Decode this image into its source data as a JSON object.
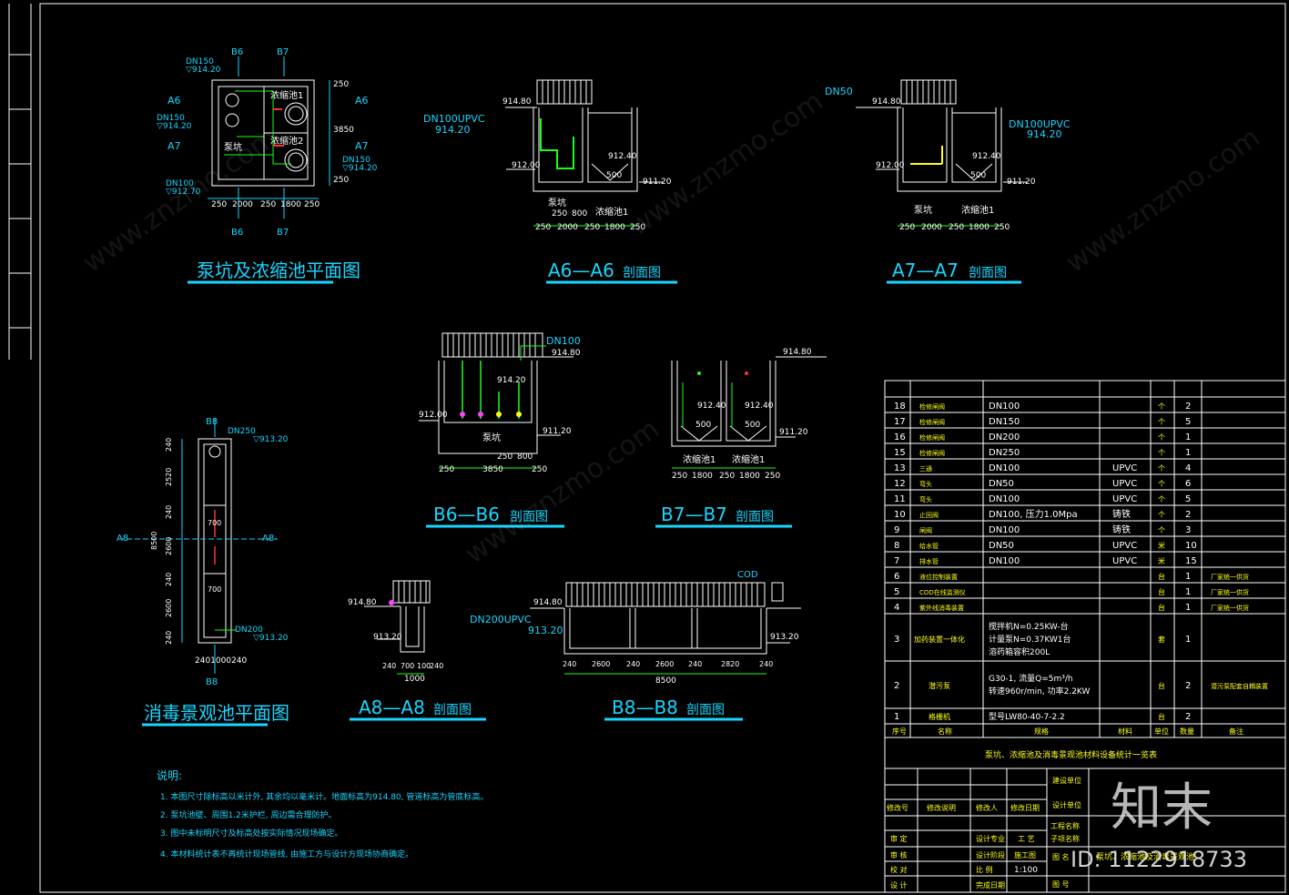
{
  "drawings": {
    "plan_title": "泵坑及浓缩池平面图",
    "a6_title": "A6—A6",
    "a7_title": "A7—A7",
    "b6_title": "B6—B6",
    "b7_title": "B7—B7",
    "a8_title": "A8—A8",
    "b8_title": "B8—B8",
    "section_suffix": "剖面图",
    "disinfect_title": "消毒景观池平面图"
  },
  "plan": {
    "dn150_top": "DN150",
    "dn150_top_elev": "▽914.20",
    "dn150_left": "DN150",
    "dn150_left_elev": "▽914.20",
    "dn150_right": "DN150",
    "dn150_right_elev": "▽914.20",
    "dn100": "DN100",
    "dn100_elev": "▽912.70",
    "a6": "A6",
    "a7": "A7",
    "b6": "B6",
    "b7": "B7",
    "tank1": "浓缩池1",
    "tank2": "浓缩池2",
    "pump": "泵坑",
    "dim_bottom": [
      "250",
      "2000",
      "250",
      "1800",
      "250"
    ],
    "dim_right": [
      "250",
      "3850",
      "250"
    ]
  },
  "a6": {
    "elev_top": "914.80",
    "pipe": "DN100UPVC",
    "pipe_elev": "914.20",
    "elev_912_00": "912.00",
    "elev_912_40": "912.40",
    "elev_911_20": "911.20",
    "dim_500": "500",
    "pump": "泵坑",
    "tank": "浓缩池1",
    "dim_inner": [
      "250",
      "800"
    ],
    "dim_outer": [
      "250",
      "2000",
      "250",
      "1800",
      "250"
    ]
  },
  "a7": {
    "pipe_top": "DN50",
    "elev_top": "914.80",
    "pipe": "DN100UPVC",
    "pipe_elev": "914.20",
    "elev_912_00": "912.00",
    "elev_912_40": "912.40",
    "elev_911_20": "911.20",
    "dim_500": "500",
    "pump": "泵坑",
    "tank": "浓缩池1",
    "dim_outer": [
      "250",
      "2000",
      "250",
      "1800",
      "250"
    ]
  },
  "b6": {
    "pipe": "DN100",
    "elev_top": "914.80",
    "elev_914_20": "914.20",
    "elev_912_00": "912.00",
    "elev_911_20": "911.20",
    "pump": "泵坑",
    "dim_inner": [
      "250",
      "800"
    ],
    "dim_outer": [
      "250",
      "3850",
      "250"
    ]
  },
  "b7": {
    "elev_top": "914.80",
    "elev_912_40a": "912.40",
    "elev_912_40b": "912.40",
    "dim_500a": "500",
    "dim_500b": "500",
    "elev_911_20": "911.20",
    "tank1": "浓缩池1",
    "tank2": "浓缩池1",
    "dim_outer": [
      "250",
      "1800",
      "250",
      "1800",
      "250"
    ]
  },
  "disinfect": {
    "b8": "B8",
    "a8": "A8",
    "dn250": "DN250",
    "dn250_elev": "▽913.20",
    "dn200": "DN200",
    "dn200_elev": "▽913.20",
    "dim_left": [
      "240",
      "2520",
      "240",
      "2600",
      "240",
      "2600",
      "240"
    ],
    "dim_total": "8500",
    "dim_700a": "700",
    "dim_700b": "700",
    "dim_bottom": "2401000240"
  },
  "a8": {
    "elev_top": "914.80",
    "elev_913_20": "913.20",
    "dim_row": [
      "240",
      "700",
      "100",
      "240"
    ],
    "dim_total": "1000"
  },
  "b8": {
    "cod": "COD",
    "elev_top": "914.80",
    "pipe": "DN200UPVC",
    "pipe_elev": "913.20",
    "elev_913_20": "913.20",
    "dim_row": [
      "240",
      "2600",
      "240",
      "2600",
      "240",
      "2820",
      "240"
    ],
    "dim_total": "8500"
  },
  "notes": {
    "heading": "说明:",
    "n1": "1. 本图尺寸除标高以米计外, 其余均以毫米计。地面标高为914.80, 管道标高为管底标高。",
    "n2": "2. 泵坑池壁、周围1.2米护栏, 周边需合理防护。",
    "n3": "3. 图中未标明尺寸及标高处按实际情况现场确定。",
    "n4": "4. 本材料统计表不再统计现场管线, 由施工方与设计方现场协商确定。"
  },
  "table": {
    "rows": [
      {
        "no": "18",
        "name": "检修闸阀",
        "spec": "DN100",
        "mat": "",
        "unit": "个",
        "qty": "2",
        "note": ""
      },
      {
        "no": "17",
        "name": "检修闸阀",
        "spec": "DN150",
        "mat": "",
        "unit": "个",
        "qty": "5",
        "note": ""
      },
      {
        "no": "16",
        "name": "检修闸阀",
        "spec": "DN200",
        "mat": "",
        "unit": "个",
        "qty": "1",
        "note": ""
      },
      {
        "no": "15",
        "name": "检修闸阀",
        "spec": "DN250",
        "mat": "",
        "unit": "个",
        "qty": "1",
        "note": ""
      },
      {
        "no": "13",
        "name": "三通",
        "spec": "DN100",
        "mat": "UPVC",
        "unit": "个",
        "qty": "4",
        "note": ""
      },
      {
        "no": "12",
        "name": "弯头",
        "spec": "DN50",
        "mat": "UPVC",
        "unit": "个",
        "qty": "6",
        "note": ""
      },
      {
        "no": "11",
        "name": "弯头",
        "spec": "DN100",
        "mat": "UPVC",
        "unit": "个",
        "qty": "5",
        "note": ""
      },
      {
        "no": "10",
        "name": "止回阀",
        "spec": "DN100, 压力1.0Mpa",
        "mat": "铸铁",
        "unit": "个",
        "qty": "2",
        "note": ""
      },
      {
        "no": "9",
        "name": "闸阀",
        "spec": "DN100",
        "mat": "铸铁",
        "unit": "个",
        "qty": "3",
        "note": ""
      },
      {
        "no": "8",
        "name": "给水管",
        "spec": "DN50",
        "mat": "UPVC",
        "unit": "米",
        "qty": "10",
        "note": ""
      },
      {
        "no": "7",
        "name": "排水管",
        "spec": "DN100",
        "mat": "UPVC",
        "unit": "米",
        "qty": "15",
        "note": ""
      },
      {
        "no": "6",
        "name": "液位控制装置",
        "spec": "",
        "mat": "",
        "unit": "台",
        "qty": "1",
        "note": "厂家统一供货"
      },
      {
        "no": "5",
        "name": "COD在线监测仪",
        "spec": "",
        "mat": "",
        "unit": "台",
        "qty": "1",
        "note": "厂家统一供货"
      },
      {
        "no": "4",
        "name": "紫外线消毒装置",
        "spec": "",
        "mat": "",
        "unit": "台",
        "qty": "1",
        "note": "厂家统一供货"
      }
    ],
    "row3": {
      "no": "3",
      "name": "加药装置一体化",
      "spec1": "搅拌机N=0.25KW-台",
      "spec2": "计量泵N=0.37KW1台",
      "spec3": "溶药箱容积200L",
      "unit": "套",
      "qty": "1"
    },
    "row2": {
      "no": "2",
      "name": "潜污泵",
      "spec1": "G30-1, 流量Q=5m³/h",
      "spec2": "转速960r/min, 功率2.2KW",
      "unit": "台",
      "qty": "2",
      "note": "潜污泵配套自耦装置"
    },
    "row1": {
      "no": "1",
      "name": "格栅机",
      "spec": "型号LW80-40-7-2.2",
      "unit": "台",
      "qty": "2"
    },
    "header": {
      "no": "序号",
      "name": "名称",
      "spec": "规格",
      "mat": "材料",
      "unit": "单位",
      "qty": "数量",
      "note": "备注"
    },
    "caption": "泵坑、浓缩池及消毒景观池材料设备统计一览表"
  },
  "titleblock": {
    "build_unit": "建设单位",
    "design_unit": "设计单位",
    "project": "工程名称",
    "subitem": "子项名称",
    "rev_no": "修改号",
    "rev_desc": "修改说明",
    "rev_by": "修改人",
    "rev_date": "修改日期",
    "approve": "审 定",
    "review": "审 核",
    "check": "校 对",
    "design": "设 计",
    "major": "设计专业",
    "stage": "设计阶段",
    "scale": "比 例",
    "date": "完成日期",
    "major_val": "工 艺",
    "stage_val": "施工图",
    "scale_val": "1:100",
    "drawing_name": "图 名",
    "drawing_no": "图 号",
    "drawing_name_val": "泵坑、浓缩池及消毒景观池"
  },
  "brand": {
    "logo": "知末",
    "id": "ID: 1122918733",
    "watermark": "www.znzmo.com"
  },
  "colors": {
    "bg": "#000000",
    "cyan": "#19d6ff",
    "green": "#19ff19",
    "white": "#ffffff",
    "yellow": "#ffff19",
    "red": "#ff3030"
  }
}
